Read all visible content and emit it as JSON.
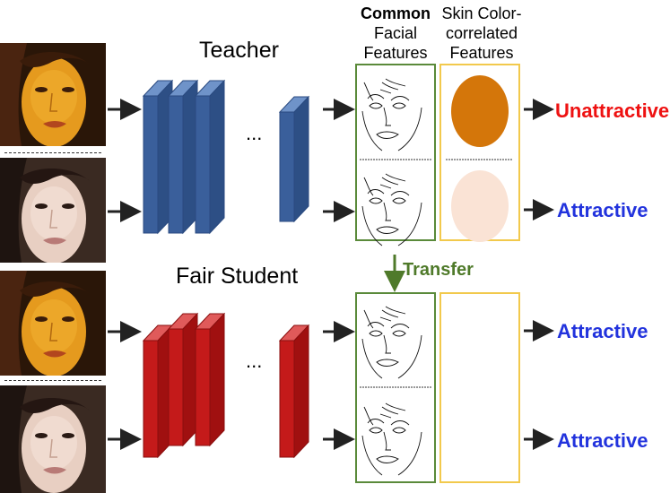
{
  "labels": {
    "teacher": "Teacher",
    "student": "Fair Student",
    "ellipsis_top": "...",
    "ellipsis_bottom": "...",
    "header_common_bold": "Common",
    "header_common_rest": [
      "Facial",
      "Features"
    ],
    "header_skin": [
      "Skin Color-",
      "correlated",
      "Features"
    ],
    "transfer": "Transfer"
  },
  "outputs": {
    "teacher_orange": "Unattractive",
    "teacher_original": "Attractive",
    "student_orange": "Attractive",
    "student_original": "Attractive"
  },
  "colors": {
    "teacher_layer": "#3a5f9b",
    "student_layer": "#c41a1a",
    "common_box": "#5a8a3a",
    "skin_box": "#f2c94c",
    "skin_dark": "#d4760a",
    "skin_light": "#fae3d5",
    "unattractive": "#ee1111",
    "attractive": "#2233dd",
    "transfer": "#4f7a2a"
  }
}
